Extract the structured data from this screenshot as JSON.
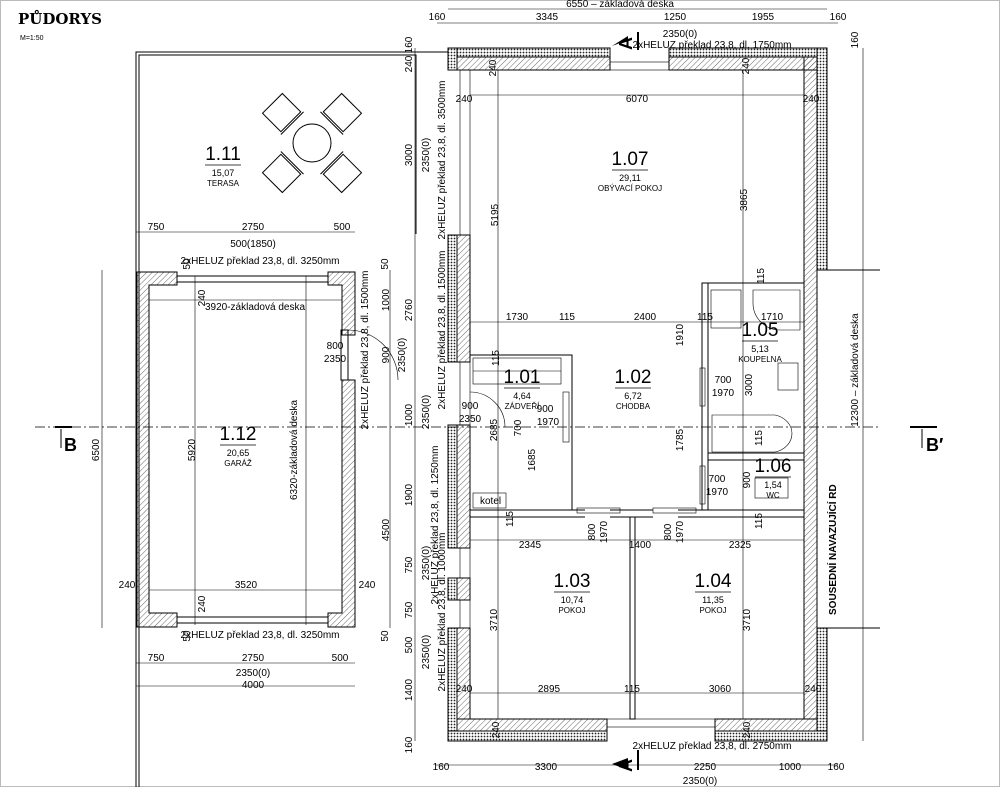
{
  "title": "PŮDORYS",
  "scale": "M=1:50",
  "rooms": [
    {
      "number": "1.11",
      "area": "15,07",
      "name": "TERASA"
    },
    {
      "number": "1.07",
      "area": "29,11",
      "name": "OBÝVACÍ POKOJ"
    },
    {
      "number": "1.12",
      "area": "20,65",
      "name": "GARÁŽ"
    },
    {
      "number": "1.01",
      "area": "4,64",
      "name": "ZÁDVEŘÍ"
    },
    {
      "number": "1.02",
      "area": "6,72",
      "name": "CHODBA"
    },
    {
      "number": "1.05",
      "area": "5,13",
      "name": "KOUPELNA"
    },
    {
      "number": "1.06",
      "area": "1,54",
      "name": "WC"
    },
    {
      "number": "1.03",
      "area": "10,74",
      "name": "POKOJ"
    },
    {
      "number": "1.04",
      "area": "11,35",
      "name": "POKOJ"
    }
  ],
  "equipment": {
    "boiler": "kotel"
  },
  "neighbor_label": "SOUSEDNÍ NAVAZUJÍCÍ RD",
  "sections": {
    "a_top": "A",
    "a_bottom": "A",
    "b_left": "B",
    "b_right": "B′"
  },
  "dimensions": [
    "6550 – základová deska",
    "160",
    "3345",
    "1250",
    "1955",
    "160",
    "2350(0)",
    "2xHELUZ překlad 23,8, dl. 1750mm",
    "160",
    "240",
    "3000",
    "2350(0)",
    "2xHELUZ překlad 23,8, dl. 3500mm",
    "2760",
    "1000",
    "2350(0)",
    "2xHELUZ překlad 23,8, dl. 1500mm",
    "1900",
    "2xHELUZ překlad 23,8, dl. 1250mm",
    "750",
    "2350(0)",
    "750",
    "2xHELUZ překlad 23,8, dl. 1000mm",
    "500",
    "2350(0)",
    "1400",
    "160",
    "160",
    "12300 – základová deska",
    "160",
    "3300",
    "2250",
    "1000",
    "160",
    "2350(0)",
    "2xHELUZ překlad 23,8, dl. 2750mm",
    "240",
    "6070",
    "240",
    "240",
    "240",
    "5195",
    "3865",
    "115",
    "1730",
    "115",
    "2400",
    "115",
    "1710",
    "1910",
    "115",
    "900",
    "2350",
    "900",
    "1970",
    "700",
    "2685",
    "1685",
    "1785",
    "700",
    "1970",
    "3000",
    "115",
    "900",
    "700",
    "1970",
    "115",
    "115",
    "800",
    "1970",
    "800",
    "1970",
    "2345",
    "1400",
    "2325",
    "3710",
    "3710",
    "240",
    "2895",
    "115",
    "3060",
    "240",
    "240",
    "240",
    "750",
    "2750",
    "500",
    "500(1850)",
    "50",
    "2xHELUZ překlad 23,8, dl. 3250mm",
    "50",
    "240",
    "3920-základová deska",
    "6500",
    "5920",
    "6320-základová deska",
    "800",
    "2350",
    "900",
    "2350(0)",
    "2xHELUZ překlad 23,8, dl. 1500mm",
    "1000",
    "4500",
    "240",
    "3520",
    "240",
    "240",
    "50",
    "2xHELUZ překlad 23,8, dl. 3250mm",
    "50",
    "750",
    "2750",
    "500",
    "2350(0)",
    "4000"
  ]
}
